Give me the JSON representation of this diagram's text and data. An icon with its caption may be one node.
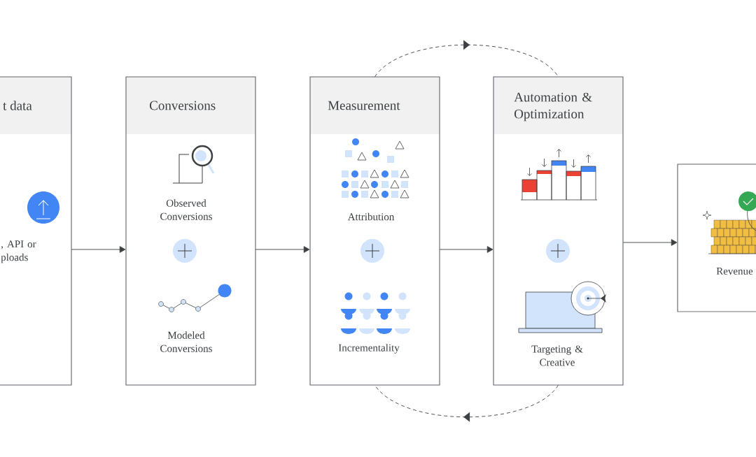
{
  "diagram": {
    "nodes": [
      {
        "text": [
          "t data",
          ", API or ploads"
        ]
      },
      {
        "text": [
          "Conversions",
          "Observed Conversions",
          "Modeled Conversions"
        ]
      },
      {
        "text": [
          "Measurement",
          "Attribution",
          "Incrementality"
        ]
      },
      {
        "text": [
          "Automation & Optimization",
          "Targeting & Creative"
        ]
      },
      {
        "text": [
          "Revenue"
        ]
      }
    ],
    "edges": [
      {
        "from": 0,
        "to": 1,
        "arrow": "to"
      },
      {
        "from": 1,
        "to": 2,
        "arrow": "to"
      },
      {
        "from": 2,
        "to": 3,
        "arrow": "to"
      },
      {
        "from": 3,
        "to": 4,
        "arrow": "to"
      },
      {
        "from": 2,
        "to": 3,
        "arrow": "to",
        "style": "dashed"
      },
      {
        "from": 3,
        "to": 2,
        "arrow": "to",
        "style": "dashed"
      }
    ]
  }
}
